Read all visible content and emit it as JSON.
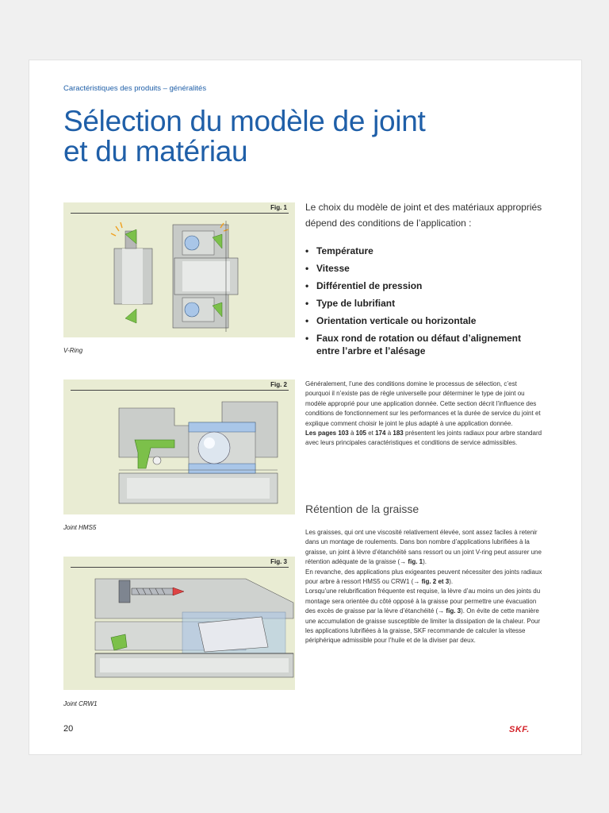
{
  "header": {
    "kicker": "Caractéristiques des produits – généralités",
    "title_line1": "Sélection du modèle de joint",
    "title_line2": "et du matériau"
  },
  "figures": [
    {
      "label": "Fig. 1",
      "caption": "V-Ring"
    },
    {
      "label": "Fig. 2",
      "caption": "Joint HMS5"
    },
    {
      "label": "Fig. 3",
      "caption": "Joint CRW1"
    }
  ],
  "intro": "Le choix du modèle de joint et des matériaux appropriés dépend des conditions de l’application :",
  "bullets": [
    "Température",
    "Vitesse",
    "Différentiel de pression",
    "Type de lubrifiant",
    "Orientation verticale ou horizontale",
    "Faux rond de rotation ou défaut d’alignement entre l’arbre et l’alésage"
  ],
  "bullet_glyph": "•",
  "section1": {
    "p1": "Généralement, l’une des conditions domine le processus de sélection, c’est pourquoi il n’existe pas de règle universelle pour déterminer le type de joint ou modèle approprié pour une application donnée. Cette section décrit l’influence des conditions de fonctionnement sur les performances et la durée de service du joint et explique comment choisir le joint le plus adapté à une application donnée.",
    "p2_a": "Les pages ",
    "p2_b": "103",
    "p2_c": " à ",
    "p2_d": "105",
    "p2_e": " et ",
    "p2_f": "174",
    "p2_g": " à ",
    "p2_h": "183",
    "p2_i": " présentent les joints radiaux pour arbre standard avec leurs principales caractéristiques et conditions de service admissibles."
  },
  "section2": {
    "heading": "Rétention de la graisse",
    "p1_a": "Les graisses, qui ont une viscosité relativement élevée, sont assez faciles à retenir dans un montage de roulements. Dans bon nombre d’applications lubrifiées à la graisse, un joint à lèvre d’étanchéité sans ressort ou un joint V-ring peut assurer une rétention adéquate de la graisse (",
    "p1_ref": "→ fig. 1",
    "p1_b": ").",
    "p2_a": "En revanche, des applications plus exigeantes peuvent nécessiter des joints radiaux pour arbre à ressort HMS5 ou CRW1 (",
    "p2_ref": "→ fig. 2 et 3",
    "p2_b": ").",
    "p3_a": "Lorsqu’une relubrification fréquente est requise, la lèvre d’au moins un des joints du montage sera orientée du côté opposé à la graisse pour permettre une évacuation des excès de graisse par la lèvre d’étanchéité (",
    "p3_ref": "→ fig. 3",
    "p3_b": "). On évite de cette manière une accumulation de graisse susceptible de limiter la dissipation de la chaleur. Pour les applications lubrifiées à la graisse, SKF recommande de calculer la vitesse périphérique admissible pour l’huile et de la diviser par deux."
  },
  "footer": {
    "page_number": "20",
    "logo": "SKF."
  },
  "colors": {
    "accent": "#1f5fa8",
    "figure_bg": "#e9ecd3",
    "seal_green": "#7cc04a",
    "bearing_blue": "#a9c6e8",
    "brand_red": "#d32027"
  }
}
